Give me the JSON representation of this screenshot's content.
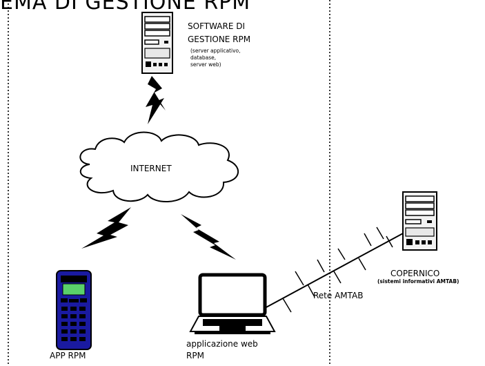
{
  "diagram": {
    "title": "EMA DI GESTIONE RPM",
    "server": {
      "label_line1": "SOFTWARE DI",
      "label_line2": "GESTIONE RPM",
      "sub_line1": "(server applicativo,",
      "sub_line2": "database,",
      "sub_line3": "server web)"
    },
    "cloud_label": "INTERNET",
    "phone_label": "APP RPM",
    "laptop": {
      "label_line1": "applicazione web",
      "label_line2": "RPM"
    },
    "network_label": "Rete AMTAB",
    "copernico": {
      "label": "COPERNICO",
      "sub": "(sistemi informativi AMTAB)"
    }
  }
}
